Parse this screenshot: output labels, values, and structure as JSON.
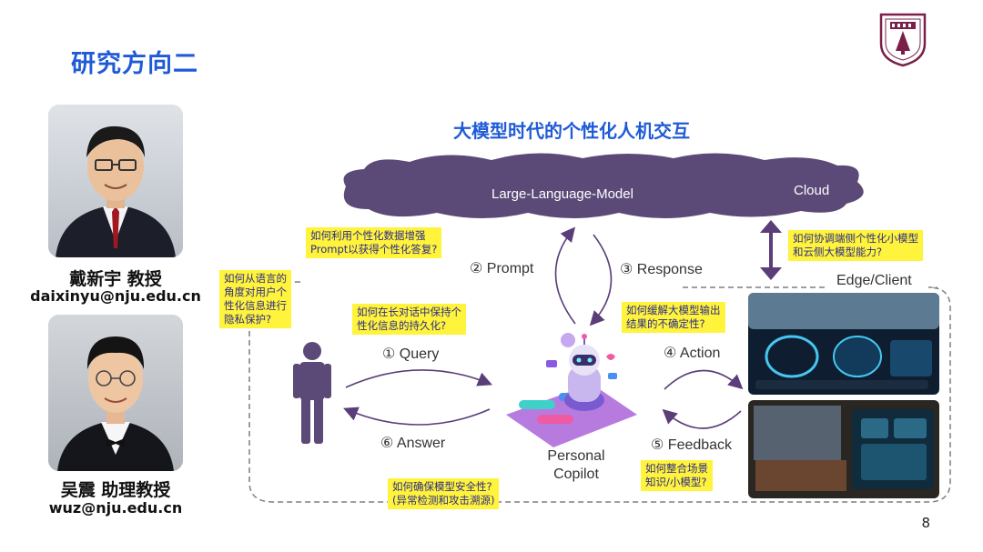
{
  "page_title": "研究方向二",
  "diagram_title": "大模型时代的个性化人机交互",
  "people": [
    {
      "name": "戴新宇 教授",
      "email": "daixinyu@nju.edu.cn"
    },
    {
      "name": "吴震 助理教授",
      "email": "wuz@nju.edu.cn"
    }
  ],
  "diagram": {
    "cloud_llm": "Large-Language-Model",
    "cloud_label": "Cloud",
    "edge_label": "Edge/Client",
    "prompt": "② Prompt",
    "response": "③ Response",
    "query": "① Query",
    "answer": "⑥ Answer",
    "action": "④ Action",
    "feedback": "⑤ Feedback",
    "copilot": "Personal\nCopilot",
    "copilot_line1": "Personal",
    "copilot_line2": "Copilot"
  },
  "notes": {
    "prompt_q1": "如何利用个性化数据增强",
    "prompt_q2": "Prompt以获得个性化答复?",
    "privacy_q1": "如何从语言的",
    "privacy_q2": "角度对用户个",
    "privacy_q3": "性化信息进行",
    "privacy_q4": "隐私保护?",
    "longdialog_q1": "如何在长对话中保持个",
    "longdialog_q2": "性化信息的持久化?",
    "uncertainty_q1": "如何缓解大模型输出",
    "uncertainty_q2": "结果的不确定性?",
    "coord_q1": "如何协调端侧个性化小模型",
    "coord_q2": "和云侧大模型能力?",
    "scene_q1": "如何整合场景",
    "scene_q2": "知识/小模型?",
    "safety_q1": "如何确保模型安全性?",
    "safety_q2": "(异常检测和攻击溯源)"
  },
  "page_number": "8",
  "colors": {
    "accent": "#1f5bd6",
    "cloud": "#5b4a78",
    "highlight": "#fff33b",
    "purple": "#6a4a8c"
  }
}
